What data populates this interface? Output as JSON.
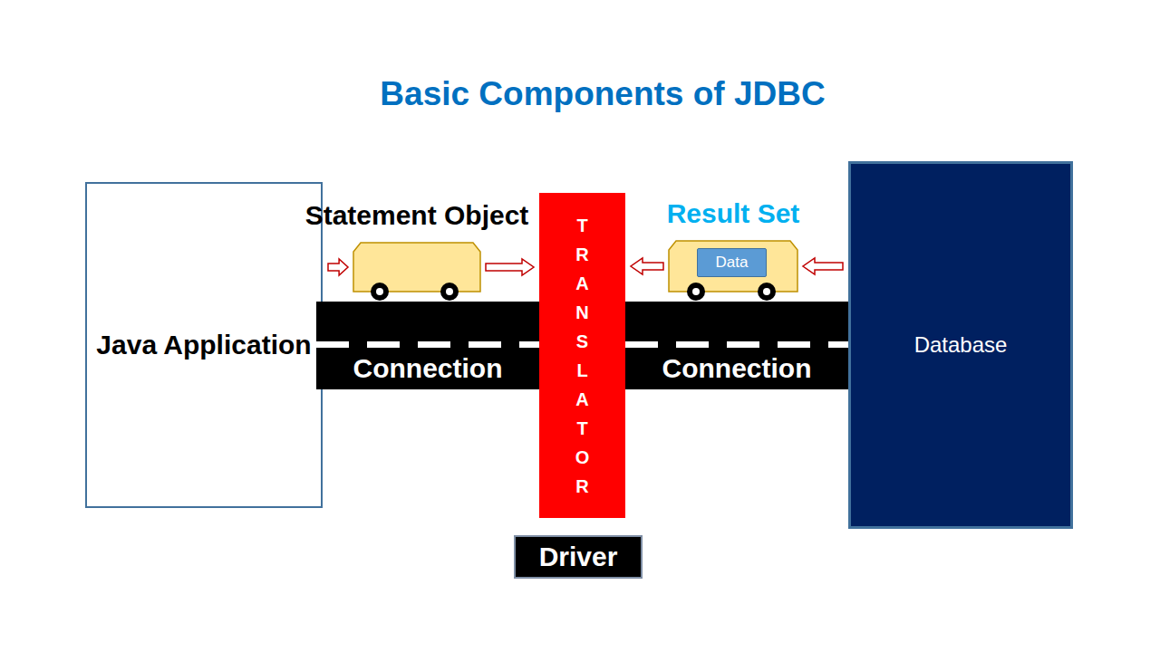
{
  "diagram": {
    "title": "Basic Components of JDBC",
    "nodes": [
      {
        "text": [
          "Java Application"
        ]
      },
      {
        "text": [
          "Statement Object"
        ]
      },
      {
        "text": [
          "Connection"
        ]
      },
      {
        "text": [
          "TRANSLATOR"
        ]
      },
      {
        "text": [
          "Result Set"
        ]
      },
      {
        "text": [
          "Data"
        ],
        "in": 4
      },
      {
        "text": [
          "Connection"
        ]
      },
      {
        "text": [
          "Database"
        ]
      },
      {
        "text": [
          "Driver"
        ]
      }
    ],
    "edges": [
      {
        "from": 0,
        "to": 1,
        "arrow": "to"
      },
      {
        "from": 1,
        "to": 3,
        "arrow": "to"
      },
      {
        "from": 4,
        "to": 3,
        "arrow": "to"
      },
      {
        "from": 7,
        "to": 4,
        "arrow": "to"
      }
    ]
  }
}
